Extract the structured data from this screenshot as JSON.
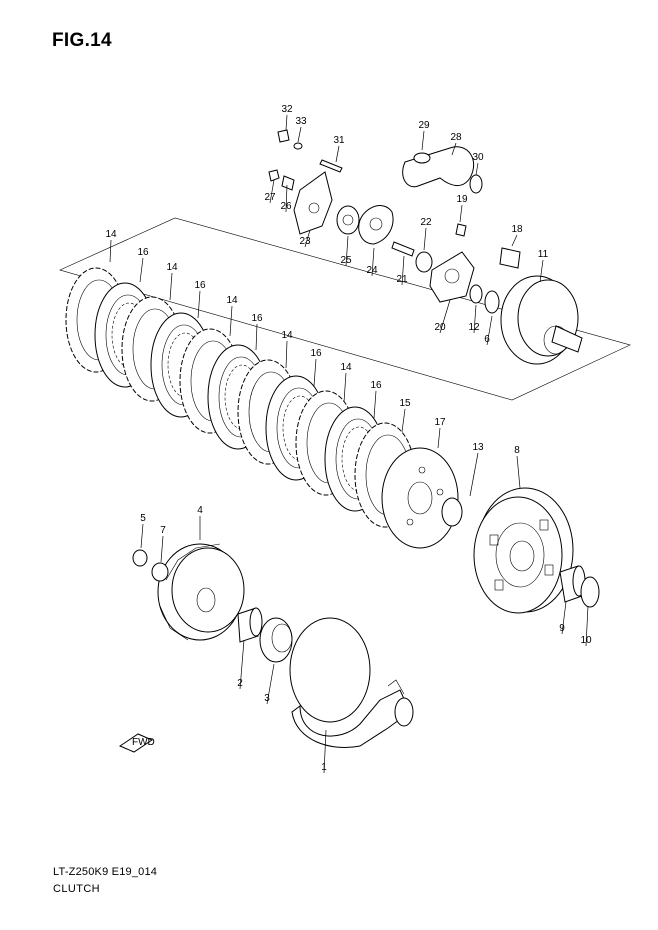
{
  "figure_title": "FIG.14",
  "model_code": "LT-Z250K9 E19_014",
  "caption": "CLUTCH",
  "fwd_label": "FWD",
  "callouts": [
    "32",
    "33",
    "31",
    "29",
    "28",
    "30",
    "27",
    "26",
    "19",
    "23",
    "25",
    "24",
    "22",
    "18",
    "21",
    "11",
    "20",
    "12",
    "6",
    "14",
    "16",
    "14",
    "16",
    "14",
    "16",
    "14",
    "16",
    "14",
    "16",
    "15",
    "17",
    "13",
    "8",
    "5",
    "7",
    "4",
    "9",
    "10",
    "2",
    "3",
    "1"
  ]
}
